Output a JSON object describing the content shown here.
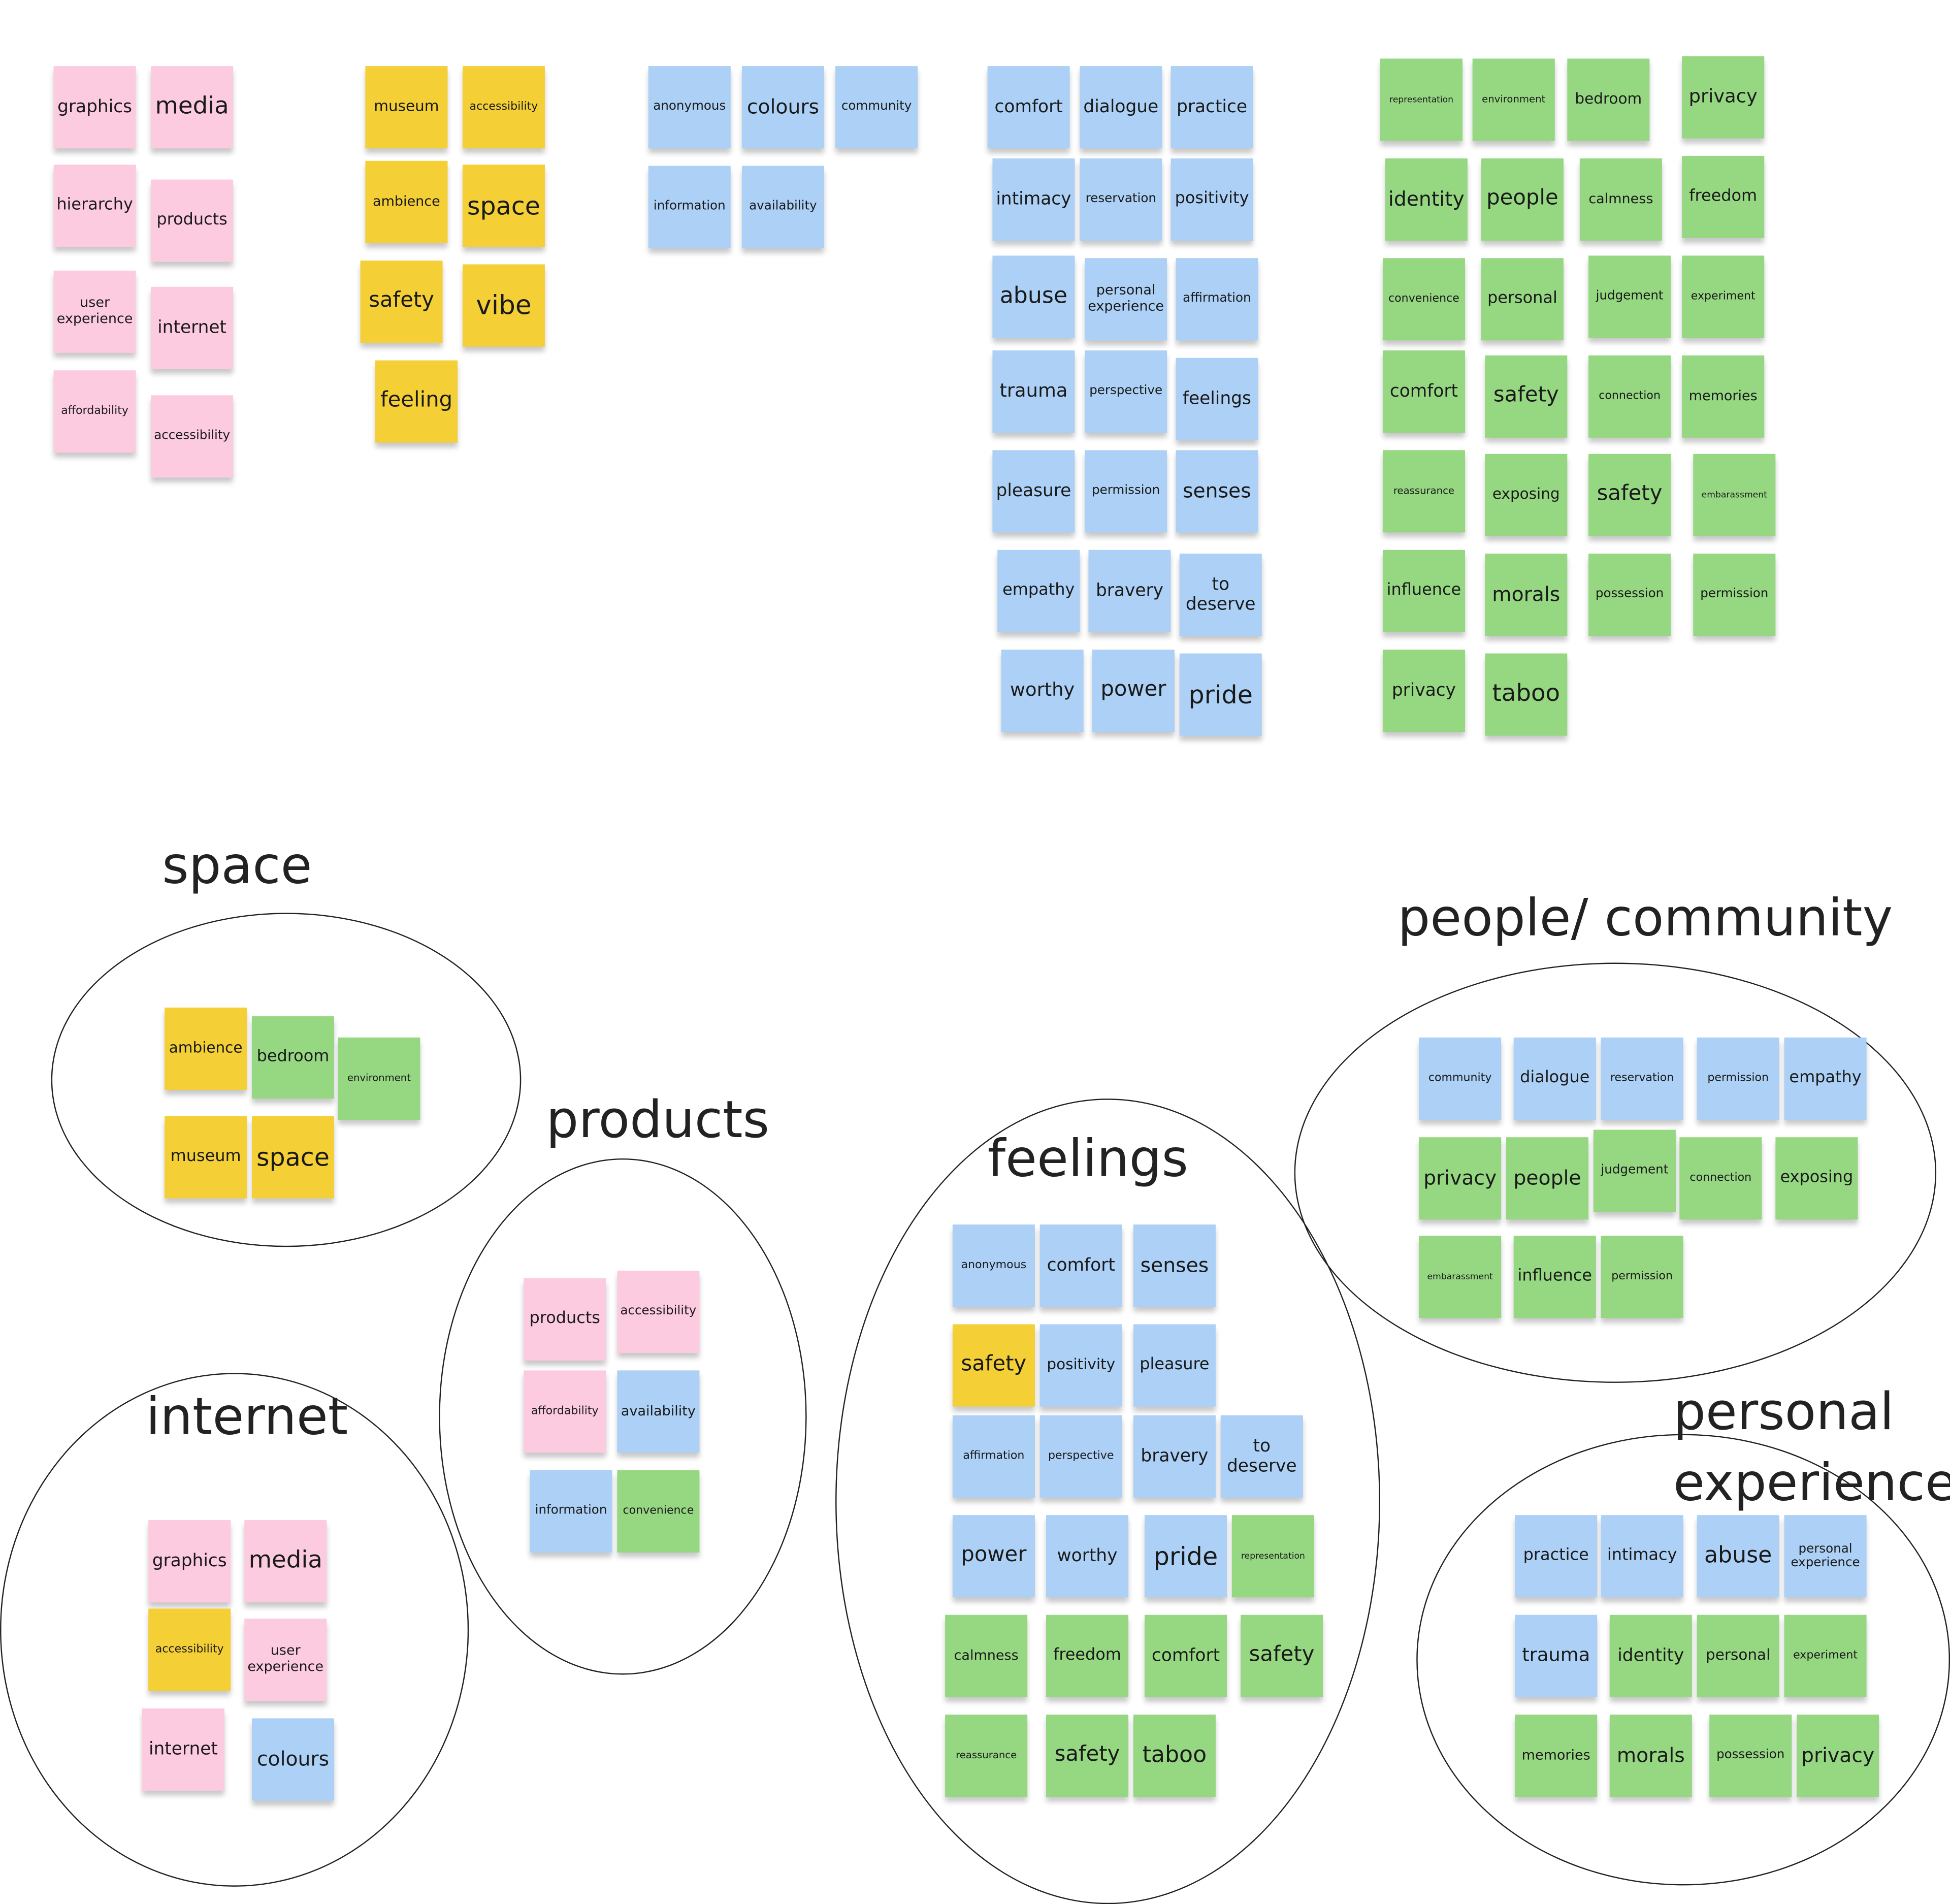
{
  "colors": {
    "pink": "#fdcbe0",
    "yellow": "#f4cf36",
    "blue": "#acd0f6",
    "green": "#96d782"
  },
  "top_notes": {
    "pink": [
      "graphics",
      "media",
      "hierarchy",
      "products",
      "user experience",
      "internet",
      "affordability",
      "accessibility"
    ],
    "yellow": [
      "museum",
      "accessibility",
      "ambience",
      "space",
      "safety",
      "vibe",
      "feeling"
    ],
    "blue_small": [
      "anonymous",
      "colours",
      "community",
      "information",
      "availability"
    ],
    "blue_large": [
      "comfort",
      "dialogue",
      "practice",
      "intimacy",
      "reservation",
      "positivity",
      "abuse",
      "personal experience",
      "affirmation",
      "trauma",
      "perspective",
      "feelings",
      "pleasure",
      "permission",
      "senses",
      "empathy",
      "bravery",
      "to deserve",
      "worthy",
      "power",
      "pride"
    ],
    "green": [
      "representation",
      "environment",
      "bedroom",
      "privacy",
      "identity",
      "people",
      "calmness",
      "freedom",
      "convenience",
      "personal",
      "judgement",
      "experiment",
      "comfort",
      "safety",
      "connection",
      "memories",
      "reassurance",
      "exposing",
      "safety",
      "embarassment",
      "influence",
      "morals",
      "possession",
      "permission",
      "privacy",
      "taboo"
    ]
  },
  "clusters": {
    "space": {
      "title": "space",
      "notes": [
        "ambience",
        "bedroom",
        "environment",
        "museum",
        "space"
      ]
    },
    "products": {
      "title": "products",
      "notes": [
        "products",
        "accessibility",
        "affordability",
        "availability",
        "information",
        "convenience"
      ]
    },
    "internet": {
      "title": "internet",
      "notes": [
        "graphics",
        "media",
        "accessibility",
        "user experience",
        "internet",
        "colours"
      ]
    },
    "feelings": {
      "title": "feelings",
      "notes": [
        "anonymous",
        "comfort",
        "senses",
        "safety",
        "positivity",
        "pleasure",
        "affirmation",
        "perspective",
        "bravery",
        "to deserve",
        "power",
        "worthy",
        "pride",
        "representation",
        "calmness",
        "freedom",
        "comfort",
        "safety",
        "reassurance",
        "safety",
        "taboo"
      ]
    },
    "community": {
      "title": "people/ community",
      "notes": [
        "community",
        "dialogue",
        "reservation",
        "permission",
        "empathy",
        "privacy",
        "people",
        "judgement",
        "connection",
        "exposing",
        "embarassment",
        "influence",
        "permission"
      ]
    },
    "personal": {
      "title": "personal experience",
      "notes": [
        "practice",
        "intimacy",
        "abuse",
        "personal experience",
        "trauma",
        "identity",
        "personal",
        "experiment",
        "memories",
        "morals",
        "possession",
        "privacy"
      ]
    }
  }
}
